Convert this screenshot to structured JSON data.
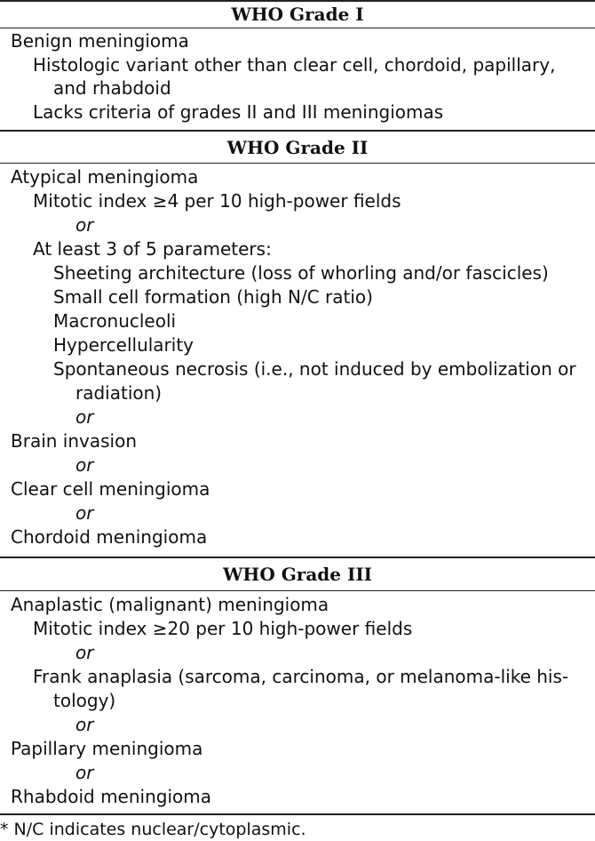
{
  "sections": [
    {
      "heading": "WHO Grade I",
      "lines": [
        "Benign meningioma",
        "Histologic variant other than clear cell, chordoid, papillary,",
        "and rhabdoid",
        "Lacks criteria of grades II and III meningiomas"
      ]
    },
    {
      "heading": "WHO Grade II",
      "lines": [
        "Atypical meningioma",
        "Mitotic index ≥4 per 10 high-power fields",
        "or",
        "At least 3 of 5 parameters:",
        "Sheeting architecture (loss of whorling and/or fascicles)",
        "Small cell formation (high N/C ratio)",
        "Macronucleoli",
        "Hypercellularity",
        "Spontaneous necrosis (i.e., not induced by embolization or",
        "radiation)",
        "or",
        "Brain invasion",
        "or",
        "Clear cell meningioma",
        "or",
        "Chordoid meningioma"
      ]
    },
    {
      "heading": "WHO Grade III",
      "lines": [
        "Anaplastic (malignant) meningioma",
        "Mitotic index ≥20 per 10 high-power fields",
        "or",
        "Frank anaplasia (sarcoma, carcinoma, or melanoma-like his-",
        "tology)",
        "or",
        "Papillary meningioma",
        "or",
        "Rhabdoid meningioma"
      ]
    }
  ],
  "footnote": "* N/C indicates nuclear/cytoplasmic."
}
